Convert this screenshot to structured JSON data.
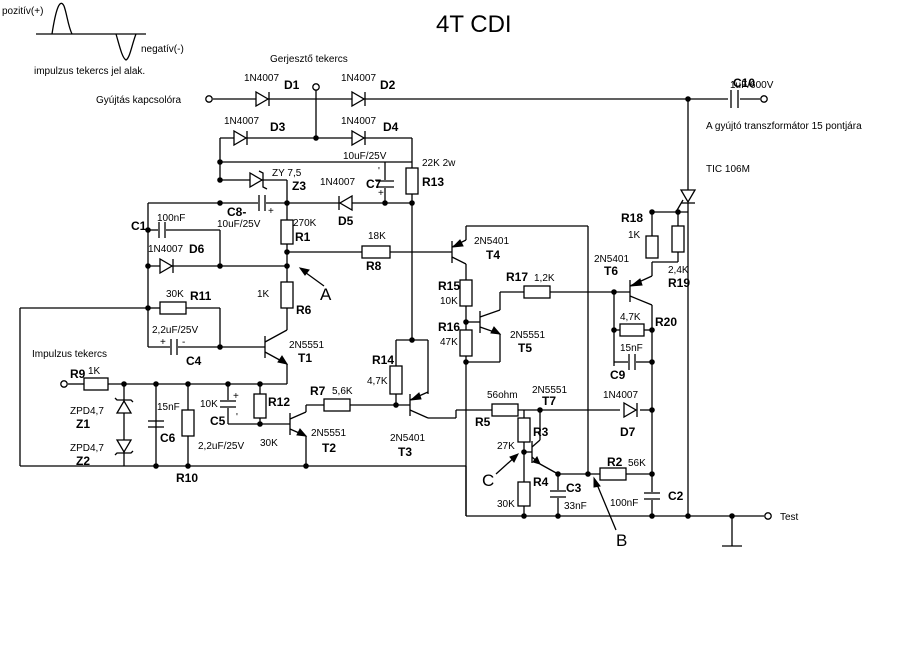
{
  "title": "4T CDI",
  "legend": {
    "positive": "pozitív(+)",
    "negative": "negatív(-)",
    "caption": "impulzus tekercs jel alak."
  },
  "terminals": {
    "ignition_switch": "Gyújtás kapcsolóra",
    "exciter_coil": "Gerjesztő tekercs",
    "transformer": "A gyújtó transzformátor 15 pontjára",
    "test": "Test",
    "pulse_coil": "Impulzus tekercs"
  },
  "points": {
    "a": "A",
    "b": "B",
    "c": "C"
  },
  "components": {
    "D1": {
      "ref": "D1",
      "val": "1N4007"
    },
    "D2": {
      "ref": "D2",
      "val": "1N4007"
    },
    "D3": {
      "ref": "D3",
      "val": "1N4007"
    },
    "D4": {
      "ref": "D4",
      "val": "1N4007"
    },
    "D5": {
      "ref": "D5",
      "val": "1N4007"
    },
    "D6": {
      "ref": "D6",
      "val": "1N4007"
    },
    "D7": {
      "ref": "D7",
      "val": "1N4007"
    },
    "Z1": {
      "ref": "Z1",
      "val": "ZPD4,7"
    },
    "Z2": {
      "ref": "Z2",
      "val": "ZPD4,7"
    },
    "Z3": {
      "ref": "Z3",
      "val": "ZY 7,5"
    },
    "C1": {
      "ref": "C1",
      "val": "100nF"
    },
    "C2": {
      "ref": "C2",
      "val": "100nF"
    },
    "C3": {
      "ref": "C3",
      "val": "33nF"
    },
    "C4": {
      "ref": "C4",
      "val": "2,2uF/25V"
    },
    "C5": {
      "ref": "C5",
      "val": "2,2uF/25V"
    },
    "C6": {
      "ref": "C6",
      "val": "15nF"
    },
    "C7": {
      "ref": "C7",
      "val": "10uF/25V"
    },
    "C8": {
      "ref": "C8-",
      "val": "10uF/25V"
    },
    "C9": {
      "ref": "C9",
      "val": "15nF"
    },
    "C10": {
      "ref": "C10",
      "val": "1uF/600V"
    },
    "R1": {
      "ref": "R1",
      "val": "270K"
    },
    "R2": {
      "ref": "R2",
      "val": "56K"
    },
    "R3": {
      "ref": "R3",
      "val": "27K"
    },
    "R4": {
      "ref": "R4",
      "val": "30K"
    },
    "R5": {
      "ref": "R5",
      "val": "56ohm"
    },
    "R6": {
      "ref": "R6",
      "val": "1K"
    },
    "R7": {
      "ref": "R7",
      "val": "5,6K"
    },
    "R8": {
      "ref": "R8",
      "val": "18K"
    },
    "R9": {
      "ref": "R9",
      "val": "1K"
    },
    "R10": {
      "ref": "R10",
      "val": "30K"
    },
    "R11": {
      "ref": "R11",
      "val": "30K"
    },
    "R12": {
      "ref": "R12",
      "val": "10K"
    },
    "R13": {
      "ref": "R13",
      "val": "22K 2w"
    },
    "R14": {
      "ref": "R14",
      "val": "4,7K"
    },
    "R15": {
      "ref": "R15",
      "val": "10K"
    },
    "R16": {
      "ref": "R16",
      "val": "47K"
    },
    "R17": {
      "ref": "R17",
      "val": "1,2K"
    },
    "R18": {
      "ref": "R18",
      "val": "1K"
    },
    "R19": {
      "ref": "R19",
      "val": "2,4K"
    },
    "R20": {
      "ref": "R20",
      "val": "4,7K"
    },
    "T1": {
      "ref": "T1",
      "val": "2N5551"
    },
    "T2": {
      "ref": "T2",
      "val": "2N5551"
    },
    "T3": {
      "ref": "T3",
      "val": "2N5401"
    },
    "T4": {
      "ref": "T4",
      "val": "2N5401"
    },
    "T5": {
      "ref": "T5",
      "val": "2N5551"
    },
    "T6": {
      "ref": "T6",
      "val": "2N5401"
    },
    "T7": {
      "ref": "T7",
      "val": "2N5551"
    },
    "SCR": {
      "val": "TIC 106M"
    }
  },
  "polarity": {
    "plus": "+",
    "minus": "-",
    "tick": "'"
  }
}
